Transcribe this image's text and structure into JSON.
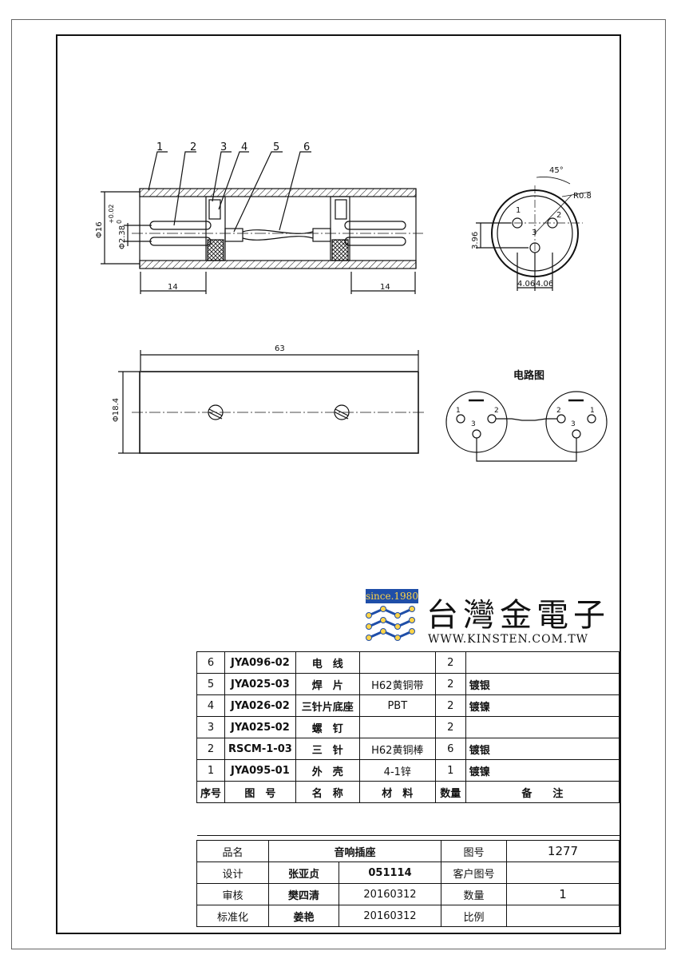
{
  "leaders": [
    "1",
    "2",
    "3",
    "4",
    "5",
    "6"
  ],
  "dims": {
    "d16": "Φ16",
    "tol_top": "+0.02",
    "tol_bot": "0",
    "d238": "Φ2.38",
    "len14_left": "14",
    "len14_right": "14",
    "len63": "63",
    "d184": "Φ18.4",
    "ang45": "45°",
    "r08": "R0.8",
    "h396": "3.96",
    "w406_l": "4.06",
    "w406_r": "4.06"
  },
  "pins": {
    "p1": "1",
    "p2": "2",
    "p3": "3"
  },
  "circuit_title": "电路图",
  "logo": {
    "since": "since.1980",
    "brand": "台灣金電子",
    "url": "WWW.KINSTEN.COM.TW"
  },
  "parts": [
    {
      "no": "6",
      "code": "JYA096-02",
      "name": "电　线",
      "material": "",
      "qty": "2",
      "note": ""
    },
    {
      "no": "5",
      "code": "JYA025-03",
      "name": "焊　片",
      "material": "H62黄铜带",
      "qty": "2",
      "note": "镀银"
    },
    {
      "no": "4",
      "code": "JYA026-02",
      "name": "三针片底座",
      "material": "PBT",
      "qty": "2",
      "note": "镀镍"
    },
    {
      "no": "3",
      "code": "JYA025-02",
      "name": "螺　钉",
      "material": "",
      "qty": "2",
      "note": ""
    },
    {
      "no": "2",
      "code": "RSCM-1-03",
      "name": "三　针",
      "material": "H62黄铜棒",
      "qty": "6",
      "note": "镀银"
    },
    {
      "no": "1",
      "code": "JYA095-01",
      "name": "外　壳",
      "material": "4-1锌",
      "qty": "1",
      "note": "镀镍"
    }
  ],
  "parts_header": {
    "no": "序号",
    "code": "图　号",
    "name": "名　称",
    "material": "材　料",
    "qty": "数量",
    "note": "备　　注"
  },
  "title_block": {
    "product_label": "品名",
    "product": "音响插座",
    "drawing_no_label": "图号",
    "drawing_no": "1277",
    "design_label": "设计",
    "designer": "张亚贞",
    "design_date": "051114",
    "customer_no_label": "客户图号",
    "customer_no": "",
    "review_label": "审核",
    "reviewer": "樊四清",
    "review_date": "20160312",
    "qty_label": "数量",
    "qty": "1",
    "std_label": "标准化",
    "std_person": "姜艳",
    "std_date": "20160312",
    "scale_label": "比例",
    "scale": ""
  }
}
